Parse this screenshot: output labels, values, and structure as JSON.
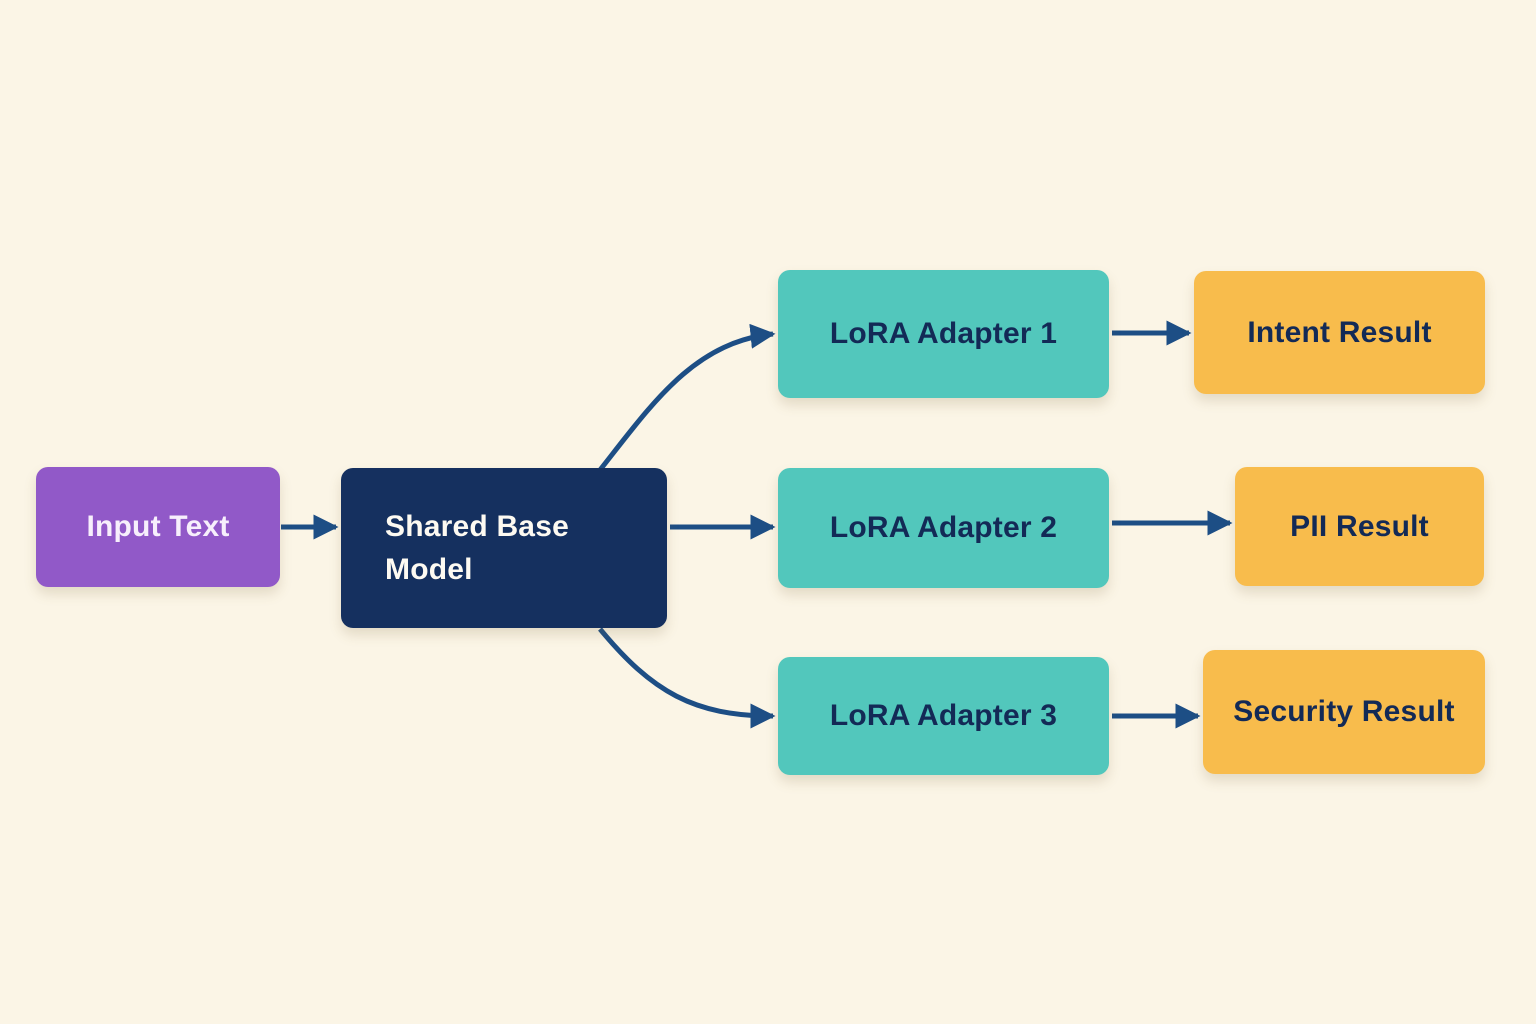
{
  "diagram": {
    "background_color": "#fbf5e6",
    "arrow_color": "#1d4e85",
    "nodes": {
      "input_text": {
        "label": "Input Text",
        "color": "#9159c8",
        "text_color": "#f7effc"
      },
      "shared_base_model": {
        "label": "Shared Base Model",
        "color": "#15305f",
        "text_color": "#fdfaf2"
      },
      "lora_adapter_1": {
        "label": "LoRA Adapter 1",
        "color": "#52c7bc",
        "text_color": "#132a56"
      },
      "lora_adapter_2": {
        "label": "LoRA Adapter 2",
        "color": "#52c7bc",
        "text_color": "#132a56"
      },
      "lora_adapter_3": {
        "label": "LoRA Adapter 3",
        "color": "#52c7bc",
        "text_color": "#132a56"
      },
      "intent_result": {
        "label": "Intent Result",
        "color": "#f8bc4c",
        "text_color": "#132a56"
      },
      "pii_result": {
        "label": "PII Result",
        "color": "#f8bc4c",
        "text_color": "#132a56"
      },
      "security_result": {
        "label": "Security Result",
        "color": "#f8bc4c",
        "text_color": "#132a56"
      }
    },
    "edges": [
      {
        "from": "input_text",
        "to": "shared_base_model"
      },
      {
        "from": "shared_base_model",
        "to": "lora_adapter_1"
      },
      {
        "from": "shared_base_model",
        "to": "lora_adapter_2"
      },
      {
        "from": "shared_base_model",
        "to": "lora_adapter_3"
      },
      {
        "from": "lora_adapter_1",
        "to": "intent_result"
      },
      {
        "from": "lora_adapter_2",
        "to": "pii_result"
      },
      {
        "from": "lora_adapter_3",
        "to": "security_result"
      }
    ]
  }
}
